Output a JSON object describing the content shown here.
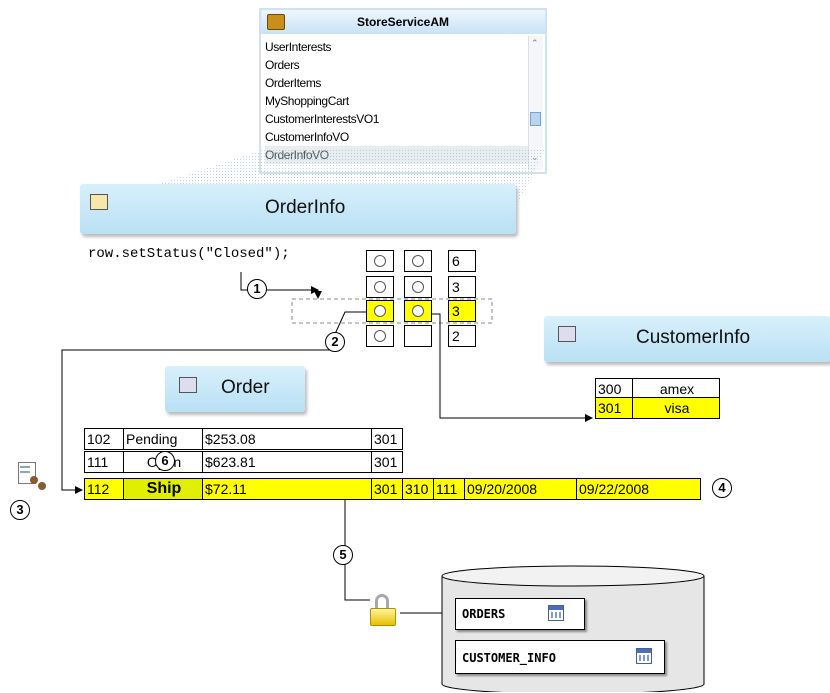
{
  "app_module": {
    "title": "StoreServiceAM",
    "items": [
      "UserInterests",
      "Orders",
      "OrderItems",
      "MyShoppingCart",
      "CustomerInterestsVO1",
      "CustomerInfoVO",
      "OrderInfoVO"
    ]
  },
  "order_info": {
    "title": "OrderInfo"
  },
  "code_line": "row.setStatus(\"Closed\");",
  "rowset": {
    "numbers": [
      "6",
      "3",
      "3",
      "2"
    ]
  },
  "customer_info": {
    "title": "CustomerInfo",
    "rows": [
      [
        "300",
        "amex"
      ],
      [
        "301",
        "visa"
      ]
    ]
  },
  "order": {
    "title": "Order",
    "rows": [
      [
        "102",
        "Pending",
        "$253.08",
        "301"
      ],
      [
        "111",
        "Open",
        "$623.81",
        "301"
      ],
      [
        "112",
        "Ship",
        "$72.11",
        "301",
        "310",
        "111",
        "09/20/2008",
        "09/22/2008"
      ]
    ]
  },
  "callouts": [
    "1",
    "2",
    "3",
    "4",
    "5",
    "6"
  ],
  "database": {
    "tables": [
      "ORDERS",
      "CUSTOMER_INFO"
    ]
  },
  "colors": {
    "highlight": "#ffff00",
    "header": "#c6e6f6"
  }
}
